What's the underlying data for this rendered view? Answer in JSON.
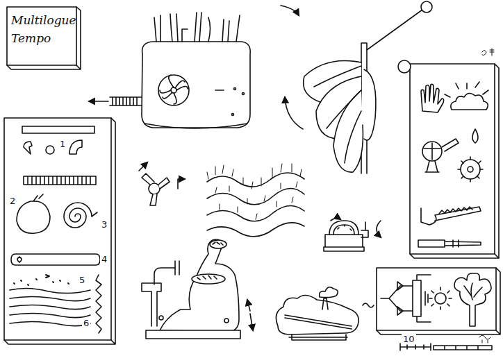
{
  "diagram": {
    "title": "Multilogue Tempo",
    "labels": [
      "1",
      "2",
      "3",
      "4",
      "5",
      "6",
      "10"
    ]
  }
}
